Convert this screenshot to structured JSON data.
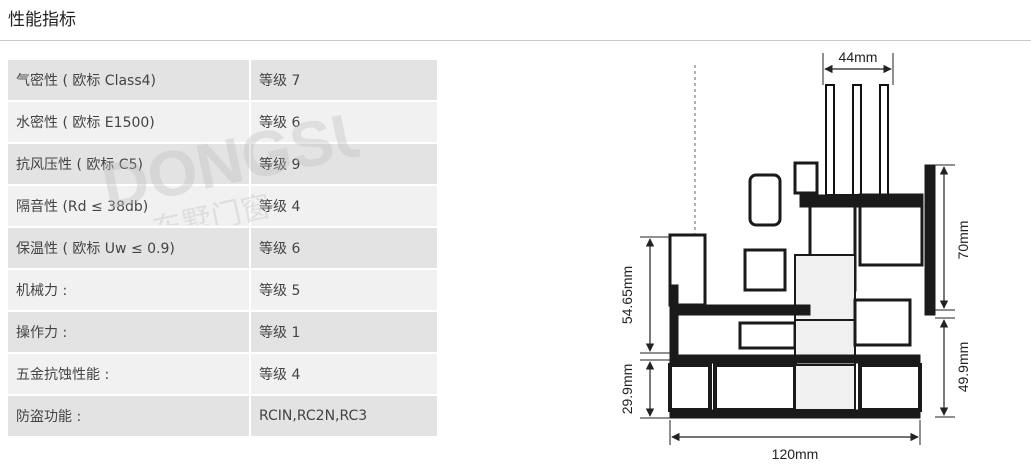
{
  "page": {
    "title": "性能指标"
  },
  "specs": [
    {
      "label": "气密性 ( 欧标 Class4)",
      "value": "等级 7"
    },
    {
      "label": "水密性 ( 欧标 E1500)",
      "value": "等级 6"
    },
    {
      "label": "抗风压性 ( 欧标 C5)",
      "value": "等级 9"
    },
    {
      "label": "隔音性 (Rd ≤ 38db)",
      "value": "等级 4"
    },
    {
      "label": "保温性 ( 欧标 Uw ≤ 0.9)",
      "value": "等级 6"
    },
    {
      "label": "机械力 :",
      "value": "等级 5"
    },
    {
      "label": "操作力 :",
      "value": "等级 1"
    },
    {
      "label": "五金抗蚀性能 :",
      "value": "等级 4"
    },
    {
      "label": "防盗功能 :",
      "value": "RCIN,RC2N,RC3"
    }
  ],
  "watermark": {
    "brand_en": "DONGSU",
    "brand_cn": "东墅门窗"
  },
  "diagram": {
    "dim_top": "44mm",
    "dim_right_upper": "70mm",
    "dim_right_lower": "49.9mm",
    "dim_left_upper": "54.65mm",
    "dim_left_lower": "29.9mm",
    "dim_bottom": "120mm"
  },
  "colors": {
    "profile": "#1a1a1a",
    "row_dark": "#e3e3e3",
    "row_light": "#f1f1f1"
  }
}
